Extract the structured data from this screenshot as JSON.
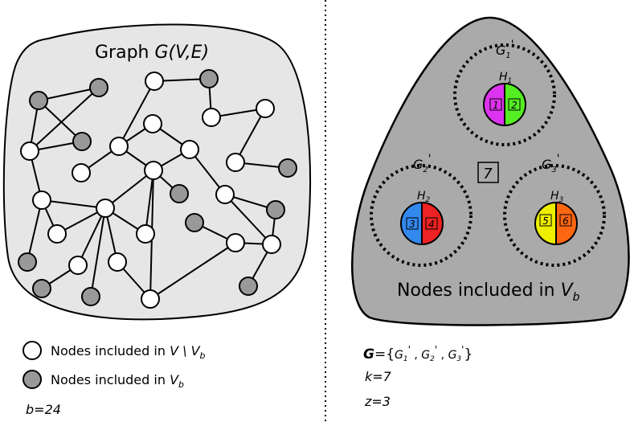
{
  "left_panel": {
    "title": "Graph ",
    "title_graph": "G(V,E)"
  },
  "right_panel": {
    "caption": "Nodes included in ",
    "caption_var": "V",
    "caption_sub": "b",
    "isolated_node_label": "7",
    "groups": [
      {
        "label": "G",
        "sub": "1",
        "prime": "'",
        "comp": "H",
        "comp_sub": "1",
        "left_node": "1",
        "right_node": "2",
        "left_color": "#dd33ee",
        "right_color": "#55ee22"
      },
      {
        "label": "G",
        "sub": "2",
        "prime": "'",
        "comp": "H",
        "comp_sub": "2",
        "left_node": "3",
        "right_node": "4",
        "left_color": "#3388ee",
        "right_color": "#ee2222"
      },
      {
        "label": "G",
        "sub": "3",
        "prime": "'",
        "comp": "H",
        "comp_sub": "3",
        "left_node": "5",
        "right_node": "6",
        "left_color": "#eeee00",
        "right_color": "#ff6611"
      }
    ]
  },
  "legend": {
    "white_label": "Nodes included in ",
    "white_var": "V \\ V",
    "white_sub": "b",
    "gray_label": "Nodes included in ",
    "gray_var": "V",
    "gray_sub": "b",
    "b_value": "b=24"
  },
  "params": {
    "set_symbol": "G",
    "set_open": "={",
    "g1": "G",
    "g1_sub": "1",
    "g2": "G",
    "g2_sub": "2",
    "g3": "G",
    "g3_sub": "3",
    "prime": "'",
    "sep": " , ",
    "set_close": "}",
    "k": "k=7",
    "z": "z=3"
  },
  "colors": {
    "left_blob": "#e6e6e6",
    "right_blob": "#aaaaaa",
    "white_node": "#ffffff",
    "gray_node": "#999999"
  }
}
